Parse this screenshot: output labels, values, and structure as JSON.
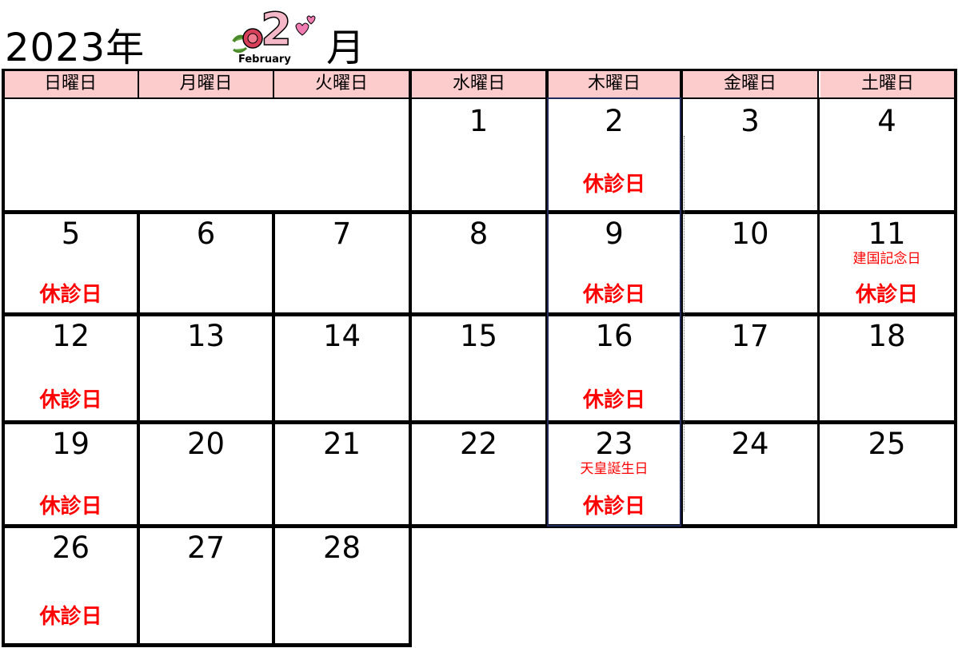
{
  "title": {
    "year": "2023年",
    "month": "月",
    "logo_number": "2",
    "logo_word": "February"
  },
  "weekdays": [
    "日曜日",
    "月曜日",
    "火曜日",
    "水曜日",
    "木曜日",
    "金曜日",
    "土曜日"
  ],
  "closed_label": "休診日",
  "weeks": [
    [
      {
        "day": ""
      },
      {
        "day": ""
      },
      {
        "day": ""
      },
      {
        "day": "1"
      },
      {
        "day": "2",
        "closed": "休診日"
      },
      {
        "day": "3"
      },
      {
        "day": "4"
      }
    ],
    [
      {
        "day": "5",
        "closed": "休診日"
      },
      {
        "day": "6"
      },
      {
        "day": "7"
      },
      {
        "day": "8"
      },
      {
        "day": "9",
        "closed": "休診日"
      },
      {
        "day": "10"
      },
      {
        "day": "11",
        "holiday": "建国記念日",
        "closed": "休診日"
      }
    ],
    [
      {
        "day": "12",
        "closed": "休診日"
      },
      {
        "day": "13"
      },
      {
        "day": "14"
      },
      {
        "day": "15"
      },
      {
        "day": "16",
        "closed": "休診日"
      },
      {
        "day": "17"
      },
      {
        "day": "18"
      }
    ],
    [
      {
        "day": "19",
        "closed": "休診日"
      },
      {
        "day": "20"
      },
      {
        "day": "21"
      },
      {
        "day": "22"
      },
      {
        "day": "23",
        "holiday": "天皇誕生日",
        "closed": "休診日"
      },
      {
        "day": "24"
      },
      {
        "day": "25"
      }
    ],
    [
      {
        "day": "26",
        "closed": "休診日"
      },
      {
        "day": "27"
      },
      {
        "day": "28"
      }
    ]
  ],
  "colors": {
    "header_bg": "#fccccc",
    "closed_text": "#ff0000",
    "holiday_text": "#ff0000",
    "grid": "#000000",
    "thursday_outline": "#1f2a5a"
  }
}
